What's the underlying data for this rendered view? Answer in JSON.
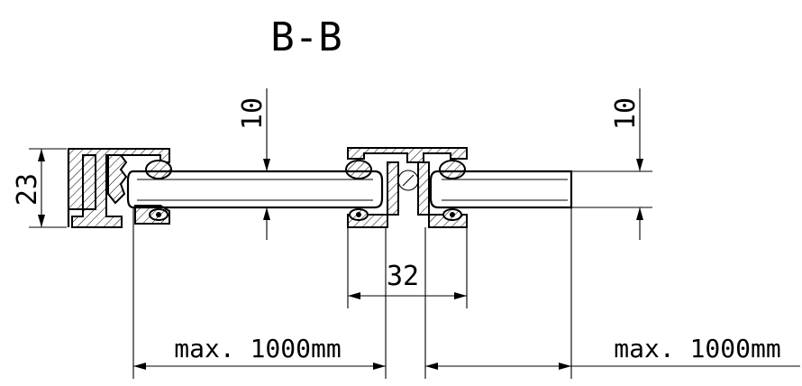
{
  "section_title": "B-B",
  "dimensions": {
    "profile_height": "23",
    "glass_offset_left": "10",
    "glass_offset_right": "10",
    "profile_width": "32",
    "max_span_left": "max. 1000mm",
    "max_span_right": "max. 1000mm"
  },
  "colors": {
    "line": "#000000",
    "background": "#ffffff"
  }
}
